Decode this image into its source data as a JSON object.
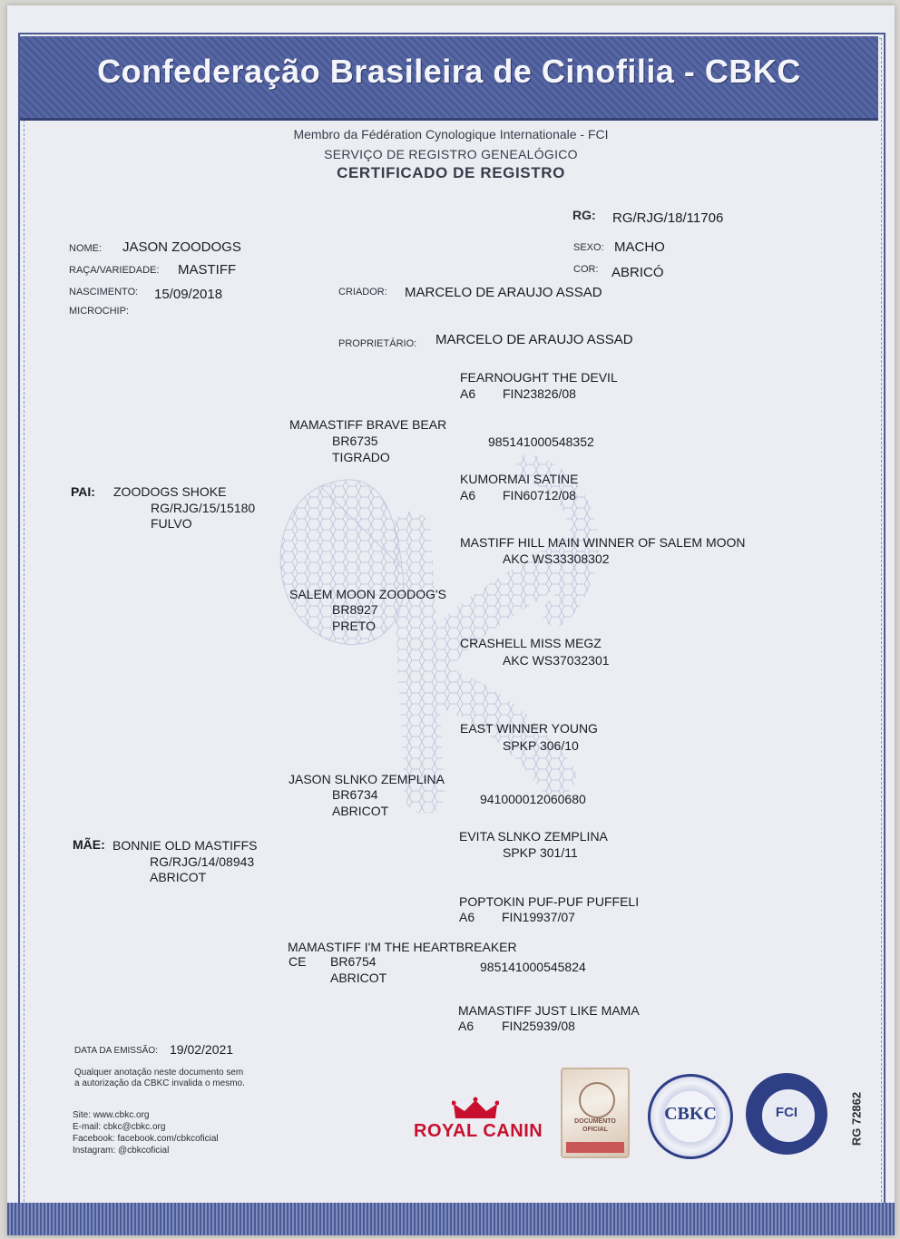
{
  "header": {
    "banner_title": "Confederação Brasileira de Cinofilia - CBKC",
    "member_line": "Membro da Fédération Cynologique Internationale - FCI",
    "service_line": "SERVIÇO DE REGISTRO GENEALÓGICO",
    "doc_title": "CERTIFICADO DE REGISTRO"
  },
  "dog": {
    "rg_label": "RG:",
    "rg_value": "RG/RJG/18/11706",
    "nome_label": "NOME:",
    "nome_value": "JASON  ZOODOGS",
    "sexo_label": "SEXO:",
    "sexo_value": "MACHO",
    "raca_label": "RAÇA/VARIEDADE:",
    "raca_value": "MASTIFF",
    "cor_label": "COR:",
    "cor_value": "ABRICÓ",
    "nasc_label": "NASCIMENTO:",
    "nasc_value": "15/09/2018",
    "criador_label": "CRIADOR:",
    "criador_value": "MARCELO DE ARAUJO ASSAD",
    "microchip_label": "MICROCHIP:",
    "proprietario_label": "PROPRIETÁRIO:",
    "proprietario_value": "MARCELO DE ARAUJO ASSAD"
  },
  "pedigree": {
    "pai_label": "PAI:",
    "pai": {
      "name": "ZOODOGS SHOKE",
      "reg": "RG/RJG/15/15180",
      "color": "FULVO"
    },
    "mae_label": "MÃE:",
    "mae": {
      "name": "BONNIE OLD MASTIFFS",
      "reg": "RG/RJG/14/08943",
      "color": "ABRICOT"
    },
    "gp1": {
      "name": "MAMASTIFF BRAVE BEAR",
      "reg": "BR6735",
      "color": "TIGRADO",
      "chip": "985141000548352"
    },
    "gp2": {
      "name": "SALEM MOON ZOODOG'S",
      "reg": "BR8927",
      "color": "PRETO"
    },
    "gp3": {
      "name": "JASON SLNKO ZEMPLINA",
      "reg": "BR6734",
      "color": "ABRICOT",
      "chip": "941000012060680"
    },
    "gp4": {
      "name": "MAMASTIFF I'M THE HEARTBREAKER",
      "title": "CE",
      "reg": "BR6754",
      "color": "ABRICOT",
      "chip": "985141000545824"
    },
    "ggp1": {
      "name": "FEARNOUGHT THE DEVIL",
      "prefix": "A6",
      "reg": "FIN23826/08"
    },
    "ggp2": {
      "name": "KUMORMAI SATINE",
      "prefix": "A6",
      "reg": "FIN60712/08"
    },
    "ggp3": {
      "name": "MASTIFF HILL MAIN WINNER OF SALEM MOON",
      "reg": "AKC WS33308302"
    },
    "ggp4": {
      "name": "CRASHELL MISS MEGZ",
      "reg": "AKC WS37032301"
    },
    "ggp5": {
      "name": "EAST WINNER YOUNG",
      "reg": "SPKP 306/10"
    },
    "ggp6": {
      "name": "EVITA SLNKO ZEMPLINA",
      "reg": "SPKP 301/11"
    },
    "ggp7": {
      "name": "POPTOKIN PUF-PUF PUFFELI",
      "prefix": "A6",
      "reg": "FIN19937/07"
    },
    "ggp8": {
      "name": "MAMASTIFF JUST LIKE MAMA",
      "prefix": "A6",
      "reg": "FIN25939/08"
    }
  },
  "footer": {
    "emissao_label": "DATA DA EMISSÃO:",
    "emissao_value": "19/02/2021",
    "note_line1": "Qualquer anotação neste documento sem",
    "note_line2": "a autorização da CBKC invalida o mesmo.",
    "site": "Site: www.cbkc.org",
    "email": "E-mail: cbkc@cbkc.org",
    "facebook": "Facebook: facebook.com/cbkcoficial",
    "instagram": "Instagram: @cbkcoficial",
    "royal_canin": "ROYAL CANIN",
    "seal_doc_line1": "DOCUMENTO",
    "seal_doc_line2": "OFICIAL",
    "cbkc_seal_text": "CBKC",
    "fci_seal_text": "FCI",
    "rg_vertical": "RG 72862"
  },
  "colors": {
    "banner": "#4a5a96",
    "ink": "#1b1b24",
    "royal_canin_red": "#c8102e"
  }
}
